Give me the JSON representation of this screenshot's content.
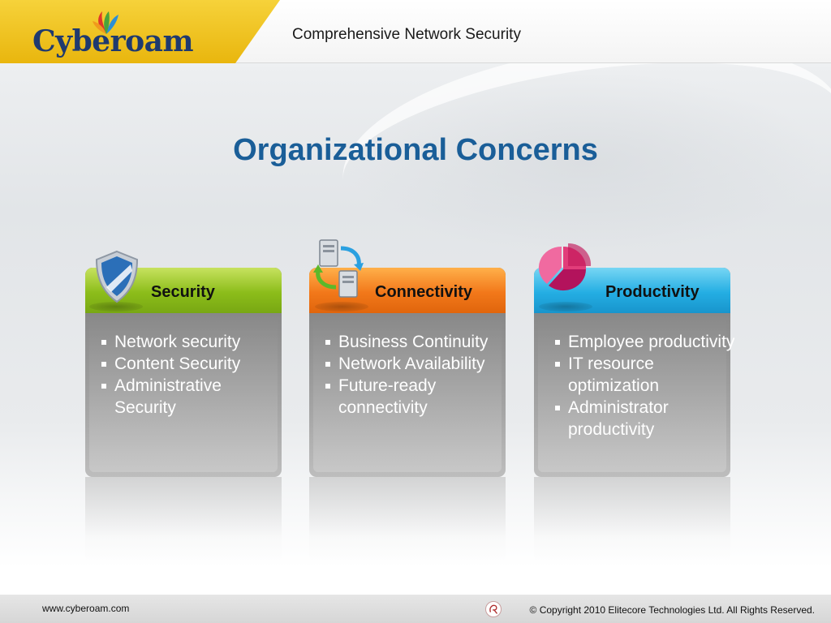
{
  "header": {
    "logo_text": "Cyberoam",
    "title": "Comprehensive Network Security"
  },
  "page_title": "Organizational Concerns",
  "cards": [
    {
      "label": "Security",
      "icon": "shield-icon",
      "accent": "#8cbd1a",
      "items": [
        "Network security",
        "Content Security",
        "Administrative Security"
      ]
    },
    {
      "label": "Connectivity",
      "icon": "servers-sync-icon",
      "accent": "#f2781a",
      "items": [
        "Business Continuity",
        "Network Availability",
        "Future-ready connectivity"
      ]
    },
    {
      "label": "Productivity",
      "icon": "pie-chart-icon",
      "accent": "#24aee3",
      "items": [
        "Employee productivity",
        "IT resource optimization",
        "Administrator productivity"
      ]
    }
  ],
  "footer": {
    "url": "www.cyberoam.com",
    "copyright": "© Copyright 2010 Elitecore Technologies Ltd. All Rights Reserved."
  },
  "colors": {
    "title_blue": "#1a5e98",
    "logo_yellow": "#f0c320",
    "logo_navy": "#1f3a6f"
  }
}
